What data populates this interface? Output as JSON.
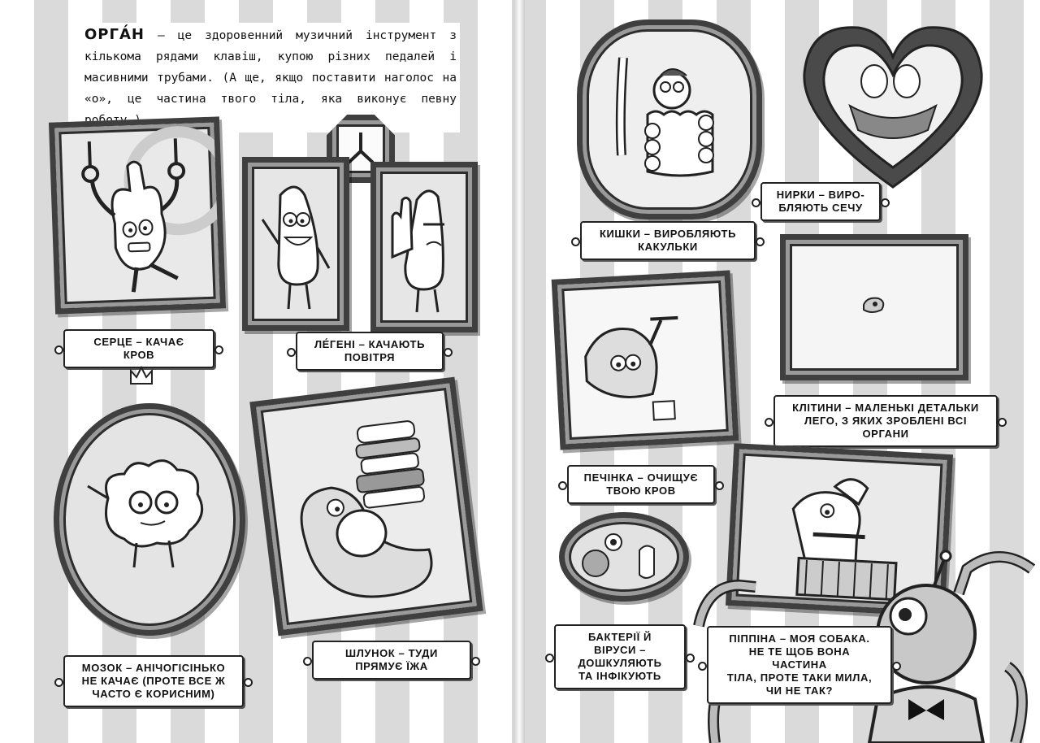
{
  "intro": {
    "term": "ОРГА́Н",
    "text": " — це здоровенний музичний інструмент з кількома рядами клавіш, купою різних педалей і масивними трубами. (А ще, якщо поставити наголос на «о», це частина твого тіла, яка виконує певну роботу.)"
  },
  "plaques": {
    "heart": [
      "СЕРЦЕ – КАЧАЄ КРОВ"
    ],
    "lungs": [
      "ЛЕ́ГЕНІ – КАЧАЮТЬ",
      "ПОВІТРЯ"
    ],
    "brain": [
      "МОЗОК – АНІЧОГІСІНЬКО",
      "НЕ КАЧАЄ (ПРОТЕ ВСЕ Ж",
      "ЧАСТО Є КОРИСНИМ)"
    ],
    "stomach": [
      "ШЛУНОК – ТУДИ",
      "ПРЯМУЄ ЇЖА"
    ],
    "intestines": [
      "КИШКИ – ВИРОБЛЯЮТЬ",
      "КАКУЛЬКИ"
    ],
    "kidneys": [
      "НИРКИ – ВИРО-",
      "БЛЯЮТЬ СЕЧУ"
    ],
    "liver": [
      "ПЕЧІНКА – ОЧИЩУЄ",
      "ТВОЮ КРОВ"
    ],
    "cells": [
      "КЛІТИНИ – МАЛЕНЬКІ ДЕТАЛЬКИ",
      "ЛЕГО, З ЯКИХ ЗРОБЛЕНІ ВСІ",
      "ОРГАНИ"
    ],
    "bacteria": [
      "БАКТЕРІЇ Й ВІРУСИ –",
      "ДОШКУЛЯЮТЬ",
      "ТА ІНФІКУЮТЬ"
    ],
    "dog": [
      "ПІППІНА – МОЯ СОБАКА.",
      "НЕ ТЕ ЩОБ ВОНА ЧАСТИНА",
      "ТІЛА, ПРОТЕ ТАКИ МИЛА,",
      "ЧИ НЕ ТАК?"
    ]
  }
}
